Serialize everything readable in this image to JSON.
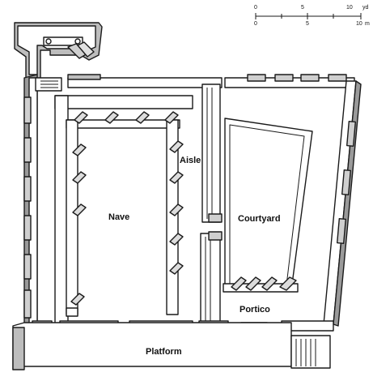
{
  "labels": {
    "aisle": "Aisle",
    "nave": "Nave",
    "courtyard": "Courtyard",
    "portico": "Portico",
    "platform": "Platform"
  },
  "scale": {
    "top": [
      "0",
      "5",
      "10",
      "yd"
    ],
    "bottom": [
      "0",
      "5",
      "10",
      "m"
    ]
  },
  "colors": {
    "ink": "#1a1a1a",
    "wall_fill": "#ffffff",
    "shade": "#9a9a9a",
    "paper": "#ffffff"
  }
}
